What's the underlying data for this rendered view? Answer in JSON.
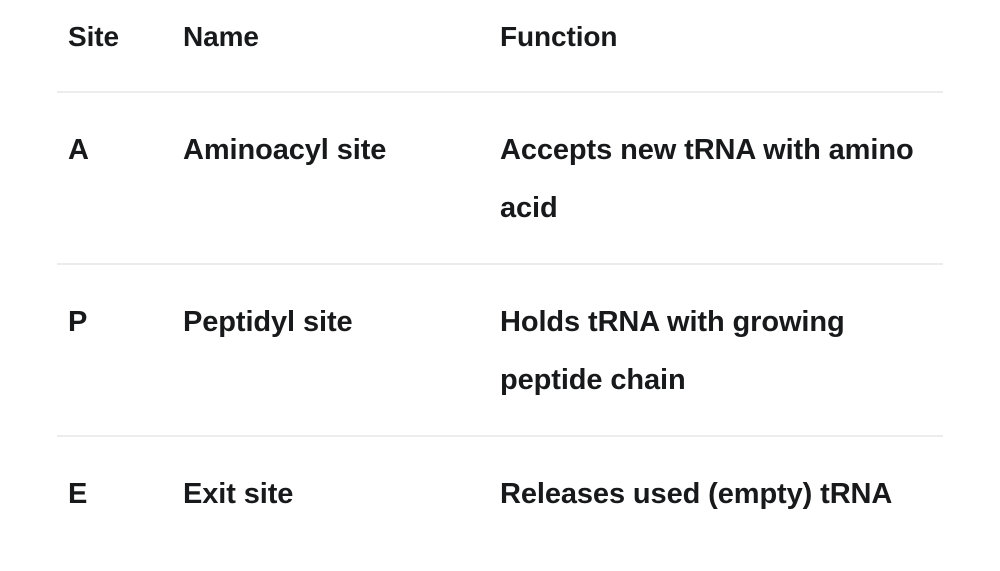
{
  "table": {
    "columns": [
      "Site",
      "Name",
      "Function"
    ],
    "rows": [
      {
        "site": "A",
        "name": "Aminoacyl site",
        "function": "Accepts new tRNA with amino acid"
      },
      {
        "site": "P",
        "name": "Peptidyl site",
        "function": "Holds tRNA with growing peptide chain"
      },
      {
        "site": "E",
        "name": "Exit site",
        "function": "Releases used (empty) tRNA"
      }
    ]
  },
  "colors": {
    "text": "#18191a",
    "divider": "#ececed",
    "background": "#ffffff"
  }
}
